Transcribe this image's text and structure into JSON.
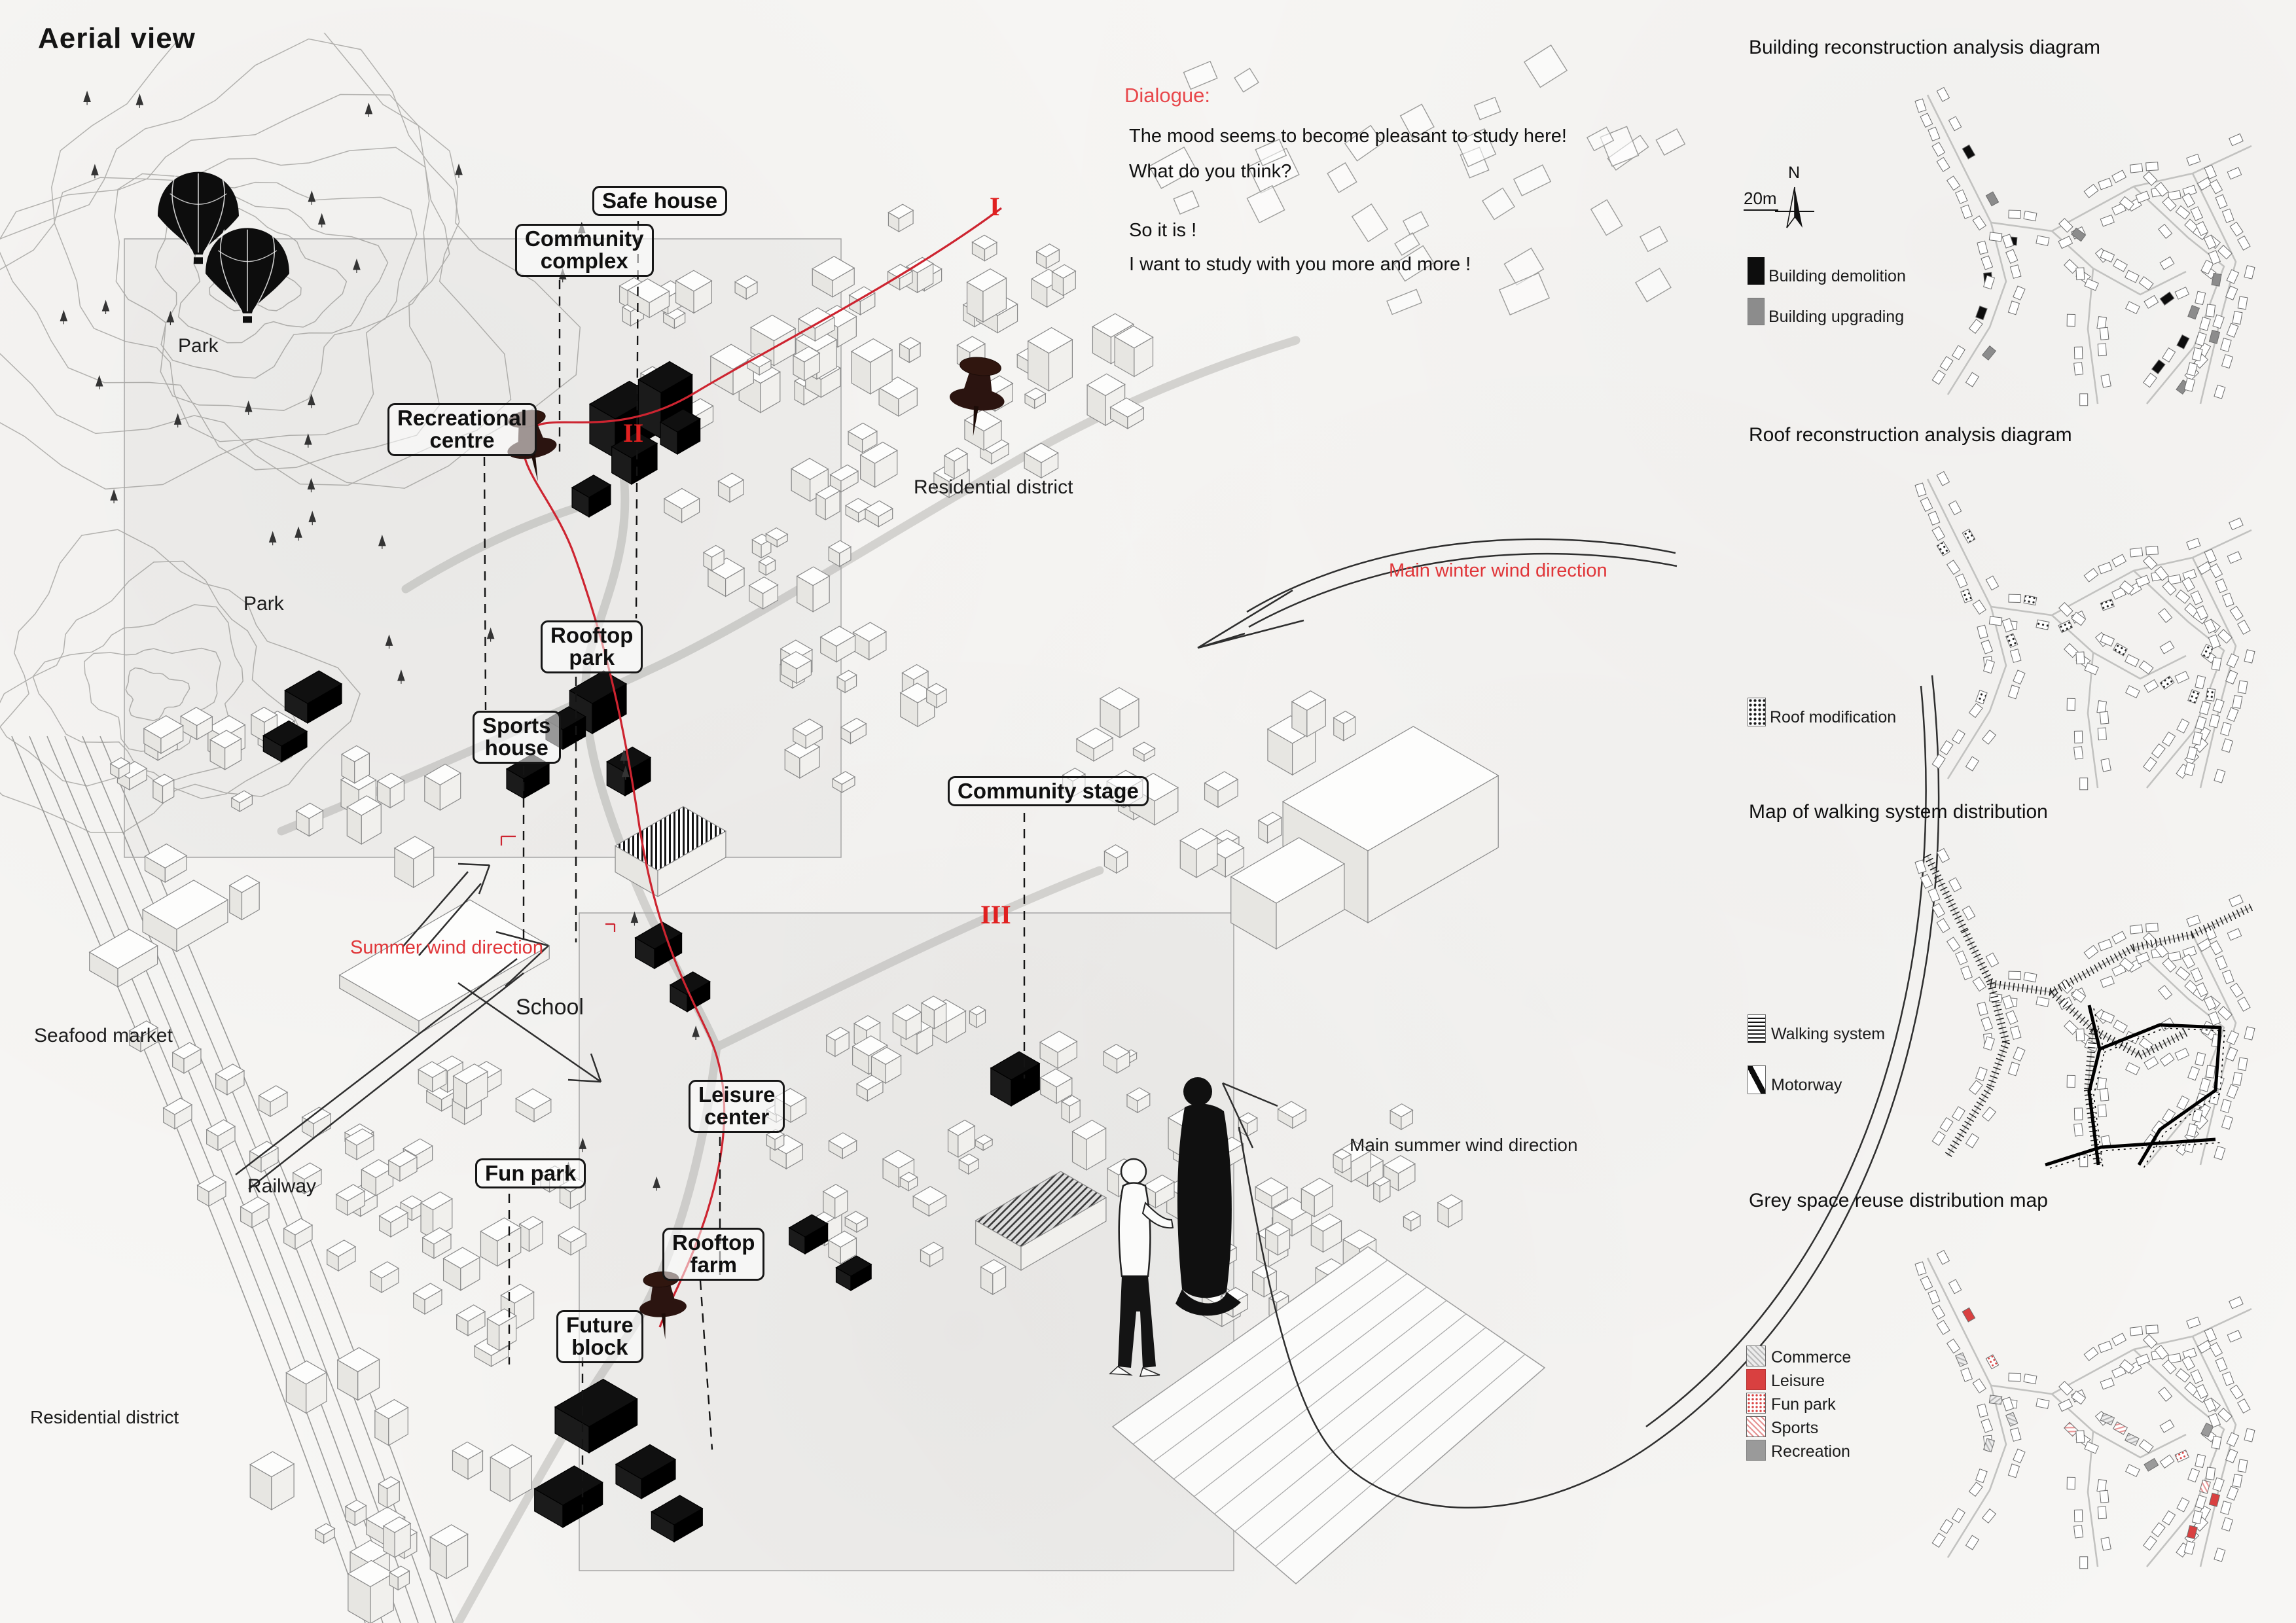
{
  "page_title": "Aerial view",
  "dialogue": {
    "heading": "Dialogue:",
    "lines": [
      "The mood seems to become pleasant to study here!",
      "What do you think?",
      "So it is !",
      "I want to study with you more and more !"
    ]
  },
  "aerial": {
    "labels": {
      "safe_house": "Safe house",
      "community_complex_1": "Community",
      "community_complex_2": "complex",
      "recreational_centre_1": "Recreational",
      "recreational_centre_2": "centre",
      "rooftop_park_1": "Rooftop",
      "rooftop_park_2": "park",
      "sports_house_1": "Sports",
      "sports_house_2": "house",
      "community_stage": "Community stage",
      "leisure_center_1": "Leisure",
      "leisure_center_2": "center",
      "fun_park": "Fun park",
      "rooftop_farm_1": "Rooftop",
      "rooftop_farm_2": "farm",
      "future_block_1": "Future",
      "future_block_2": "block"
    },
    "area_labels": {
      "park_top": "Park",
      "park_mid": "Park",
      "seafood_market": "Seafood market",
      "railway": "Railway",
      "school": "School",
      "residential_mid": "Residential district",
      "residential_bottom": "Residential district"
    },
    "markers": {
      "one": "I",
      "two": "II",
      "three": "III"
    },
    "wind": {
      "winter": "Main winter wind direction",
      "summer_small": "Summer wind direction",
      "summer_main": "Main summer wind direction"
    }
  },
  "sidebar": {
    "panel1": {
      "title": "Building reconstruction analysis diagram",
      "scale": "20m",
      "north": "N",
      "legend1": "Building demolition",
      "legend2": "Building upgrading"
    },
    "panel2": {
      "title": "Roof reconstruction analysis diagram",
      "legend1": "Roof modification"
    },
    "panel3": {
      "title": "Map of walking system distribution",
      "legend1": "Walking system",
      "legend2": "Motorway"
    },
    "panel4": {
      "title": "Grey space reuse distribution map",
      "legend": [
        "Commerce",
        "Leisure",
        "Fun park",
        "Sports",
        "Recreation"
      ]
    }
  },
  "colors": {
    "accent_red": "#d9262c",
    "leisure_red": "#d94040",
    "demolition_black": "#0d0d0d",
    "upgrading_gray": "#8c8c8c",
    "recreation_gray": "#9a9a9a"
  }
}
